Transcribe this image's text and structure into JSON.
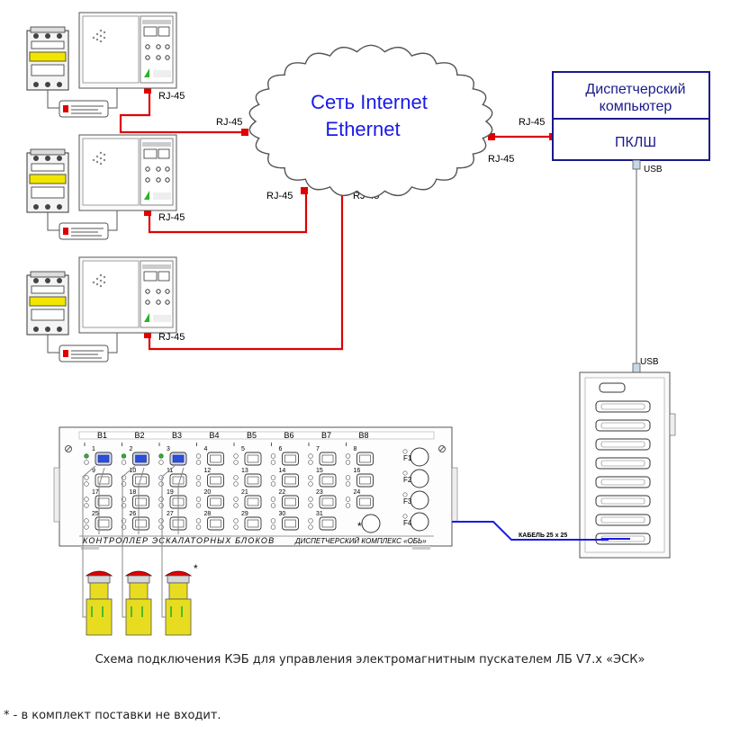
{
  "network": {
    "cloud_line1": "Сеть Internet",
    "cloud_line2": "Ethernet"
  },
  "connector_label": "RJ-45",
  "dispatcher": {
    "title": "Диспетчерский компьютер",
    "title_line1": "Диспетчерский",
    "title_line2": "компьютер",
    "module": "ПКЛШ"
  },
  "usb_label": "USB",
  "controller": {
    "name": "КОНТРОЛЛЕР ЭСКАЛАТОРНЫХ БЛОКОВ",
    "brand": "ДИСПЕТЧЕРСКИЙ КОМПЛЕКС «ОБЬ»",
    "groups": [
      "B1",
      "B2",
      "B3",
      "B4",
      "B5",
      "B6",
      "B7",
      "B8"
    ],
    "sockets": [
      "1",
      "2",
      "3",
      "4",
      "5",
      "6",
      "7",
      "8",
      "9",
      "10",
      "11",
      "12",
      "13",
      "14",
      "15",
      "16",
      "17",
      "18",
      "19",
      "20",
      "21",
      "22",
      "23",
      "24",
      "25",
      "26",
      "27",
      "28",
      "29",
      "30",
      "31"
    ],
    "fuses": [
      "F1",
      "F2",
      "F3",
      "F4"
    ],
    "asterisk": "*"
  },
  "cable_label": "КАБЕЛЬ 25 х 25",
  "button_asterisk": "*",
  "colors": {
    "network_line": "#e00000",
    "cloud_text": "#1a1ae6",
    "dispatcher_border": "#1a1a8c",
    "usb_line": "#b0b0b0",
    "cable": "#1a1ae6",
    "contactor_band": "#f2e600",
    "button_body": "#e8dc20",
    "button_cap": "#e00000"
  },
  "caption": "Схема подключения КЭБ для управления электромагнитным пускателем ЛБ V7.x «ЭСК»",
  "footnote": "* - в комплект поставки не входит."
}
